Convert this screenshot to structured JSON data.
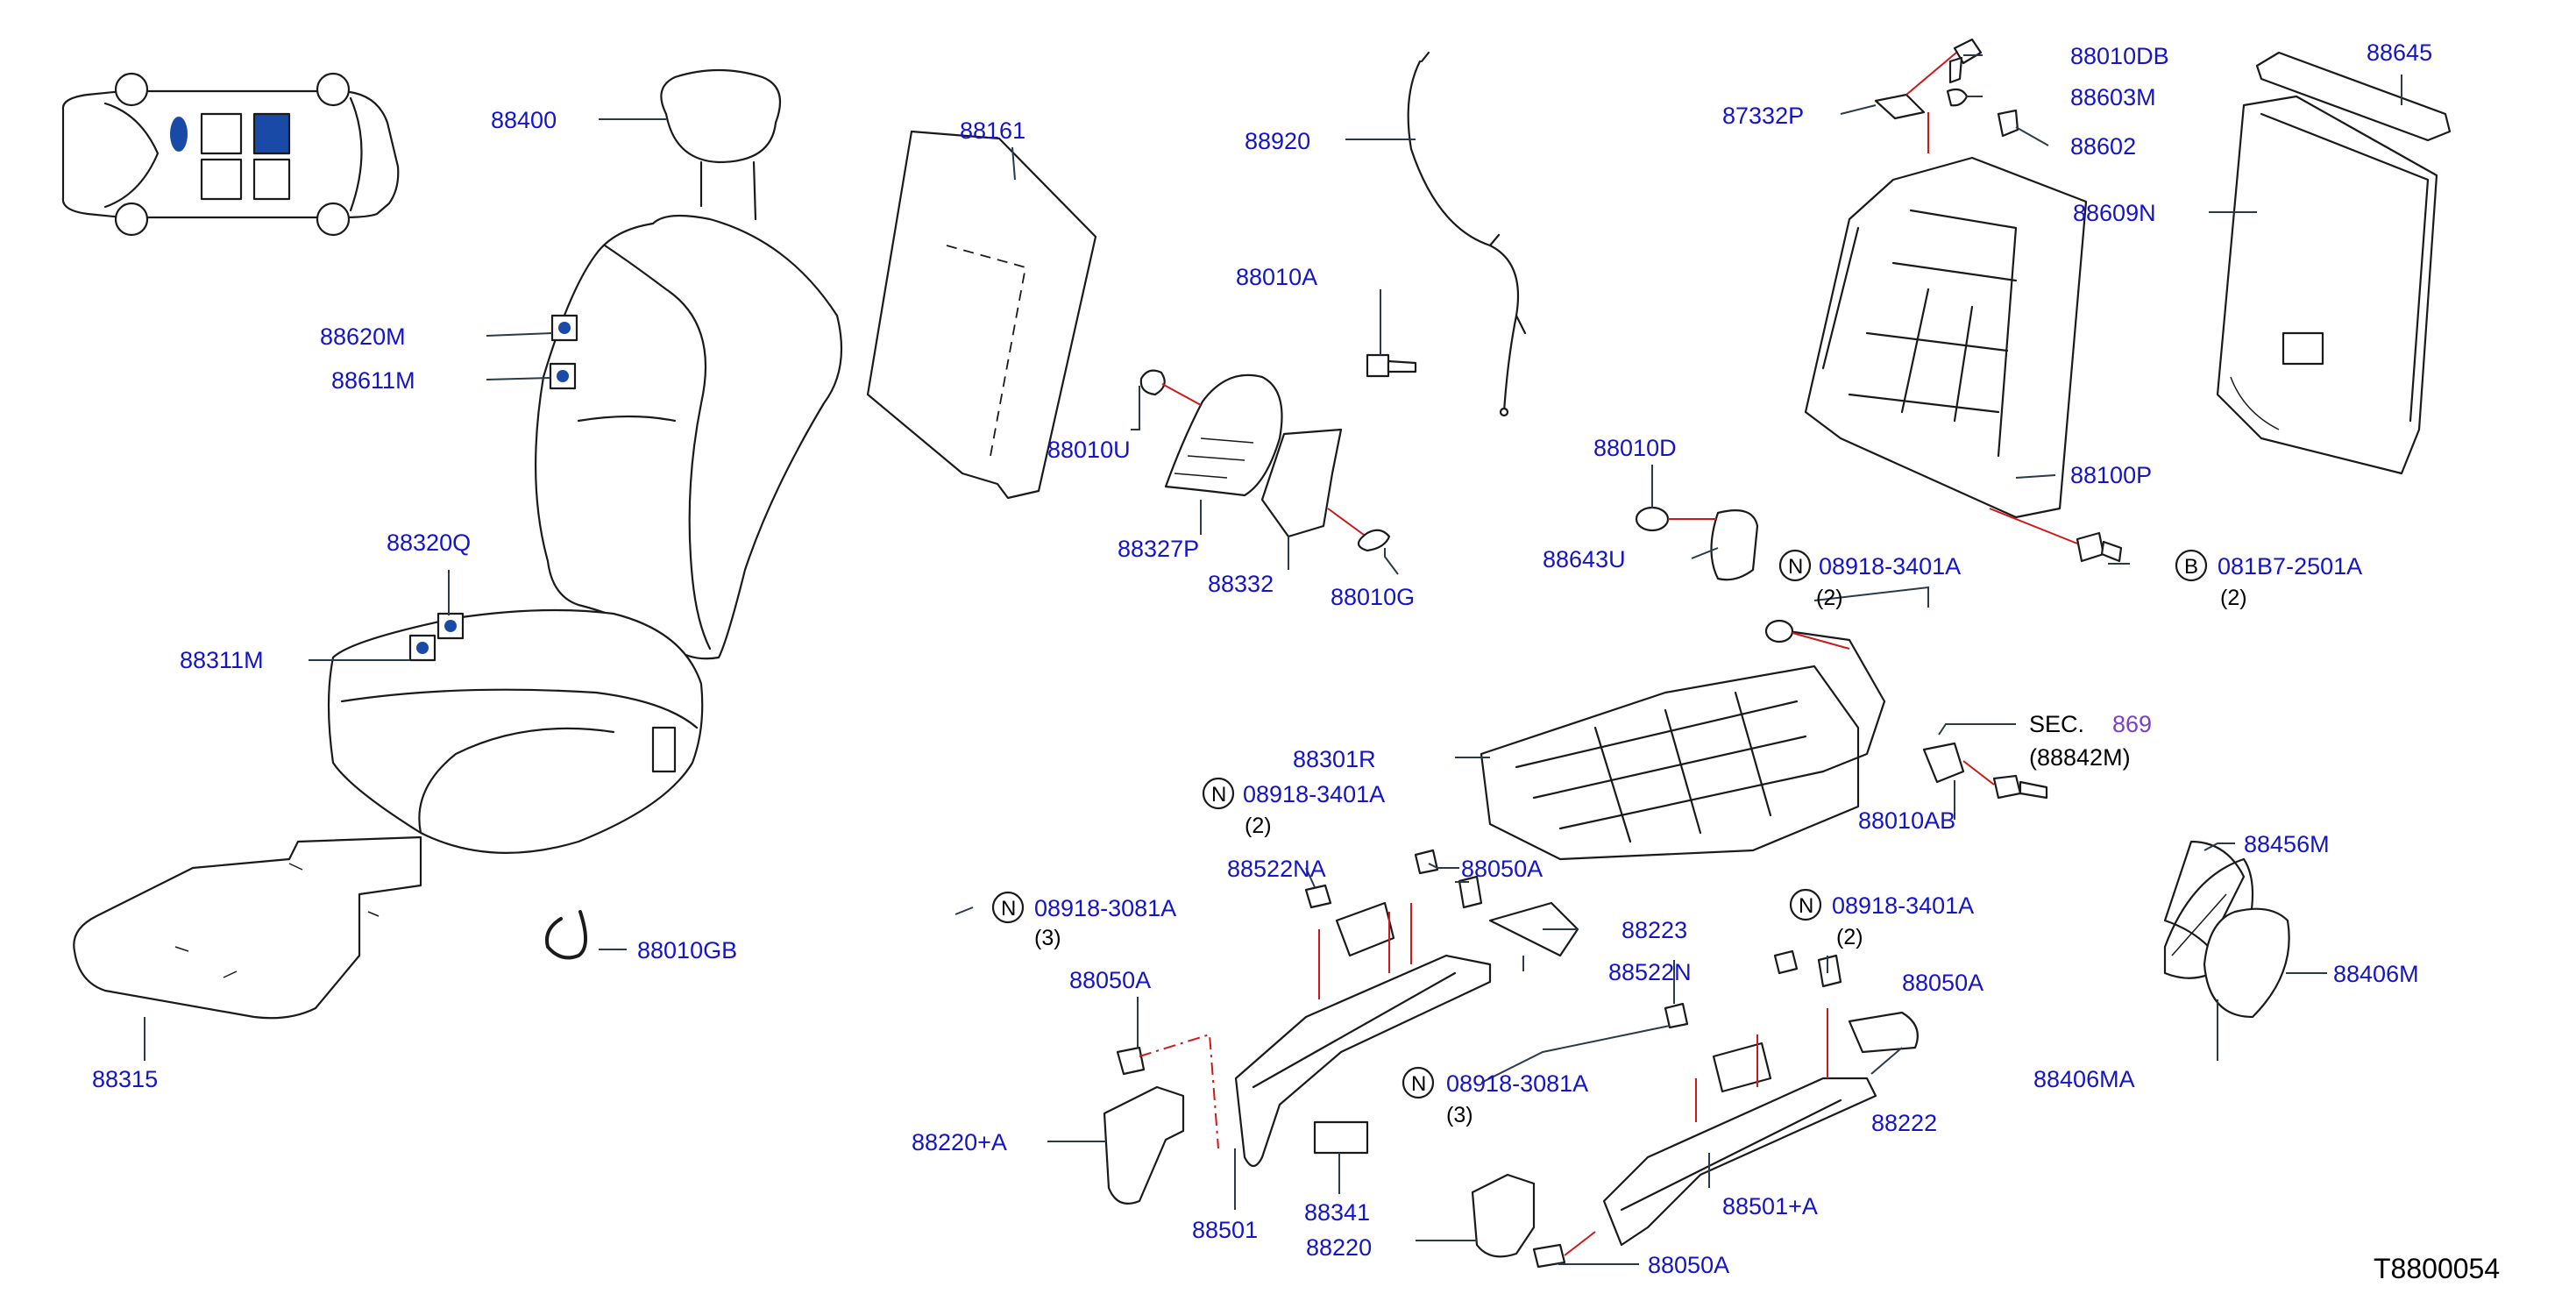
{
  "diagram": {
    "code": "T8800054",
    "parts": {
      "p88400": "88400",
      "p88161": "88161",
      "p88920": "88920",
      "p88010A": "88010A",
      "p88010U": "88010U",
      "p88327P": "88327P",
      "p88332": "88332",
      "p88010G": "88010G",
      "p88620M": "88620M",
      "p88611M": "88611M",
      "p88320Q": "88320Q",
      "p88311M": "88311M",
      "p88315": "88315",
      "p88010GB": "88010GB",
      "p88010DB": "88010DB",
      "p87332P": "87332P",
      "p88603M": "88603M",
      "p88602": "88602",
      "p88609N": "88609N",
      "p88645": "88645",
      "p88100P": "88100P",
      "p88010D": "88010D",
      "p88643U": "88643U",
      "p88301R": "88301R",
      "p88010AB": "88010AB",
      "p88456M": "88456M",
      "p88406M": "88406M",
      "p88406MA": "88406MA",
      "p88522NA": "88522NA",
      "p88050A_1": "88050A",
      "p88050A_2": "88050A",
      "p88050A_3": "88050A",
      "p88050A_4": "88050A",
      "p88223": "88223",
      "p88522N": "88522N",
      "p88222": "88222",
      "p88220A": "88220+A",
      "p88501": "88501",
      "p88341": "88341",
      "p88220": "88220",
      "p88501A": "88501+A"
    },
    "callouts": {
      "n1": {
        "badge": "N",
        "number": "08918-3401A",
        "qty": "(2)"
      },
      "b1": {
        "badge": "B",
        "number": "081B7-2501A",
        "qty": "(2)"
      },
      "n2": {
        "badge": "N",
        "number": "08918-3401A",
        "qty": "(2)"
      },
      "n3": {
        "badge": "N",
        "number": "08918-3081A",
        "qty": "(3)"
      },
      "n4": {
        "badge": "N",
        "number": "08918-3401A",
        "qty": "(2)"
      },
      "n5": {
        "badge": "N",
        "number": "08918-3081A",
        "qty": "(3)"
      }
    },
    "section_ref": {
      "prefix": "SEC.",
      "number": "869",
      "sub": "(88842M)"
    },
    "colors": {
      "label": "#1414c8",
      "leader": "#2a3a4a",
      "assembly_line": "#d01818",
      "section_number": "#7a3fc7",
      "highlight": "#1a4aa8"
    }
  }
}
